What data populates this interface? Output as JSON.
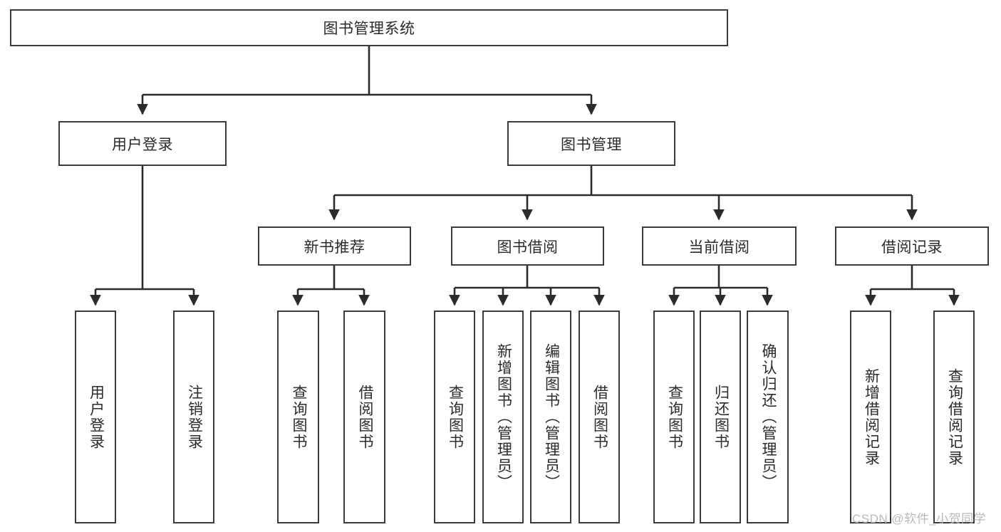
{
  "diagram": {
    "type": "tree",
    "title": "图书管理系统",
    "watermark": "CSDN @软件_小贺同学",
    "colors": {
      "box_border": "#3b3b3b",
      "box_fill": "#ffffff",
      "link": "#2b2b2b",
      "text": "#2b2b2b",
      "watermark": "#b9b9b9",
      "background": "#ffffff"
    },
    "root": {
      "label": "图书管理系统"
    },
    "level2": [
      {
        "label": "用户登录"
      },
      {
        "label": "图书管理"
      }
    ],
    "level3": [
      {
        "label": "新书推荐"
      },
      {
        "label": "图书借阅"
      },
      {
        "label": "当前借阅"
      },
      {
        "label": "借阅记录"
      }
    ],
    "leaves": {
      "user_login": [
        {
          "label": "用户登录"
        },
        {
          "label": "注销登录"
        }
      ],
      "new_book_recommend": [
        {
          "label": "查询图书"
        },
        {
          "label": "借阅图书"
        }
      ],
      "book_borrow": [
        {
          "label": "查询图书"
        },
        {
          "label": "新增图书（管理员）"
        },
        {
          "label": "编辑图书（管理员）"
        },
        {
          "label": "借阅图书"
        }
      ],
      "current_borrow": [
        {
          "label": "查询图书"
        },
        {
          "label": "归还图书"
        },
        {
          "label": "确认归还（管理员）"
        }
      ],
      "borrow_record": [
        {
          "label": "新增借阅记录"
        },
        {
          "label": "查询借阅记录"
        }
      ]
    }
  }
}
